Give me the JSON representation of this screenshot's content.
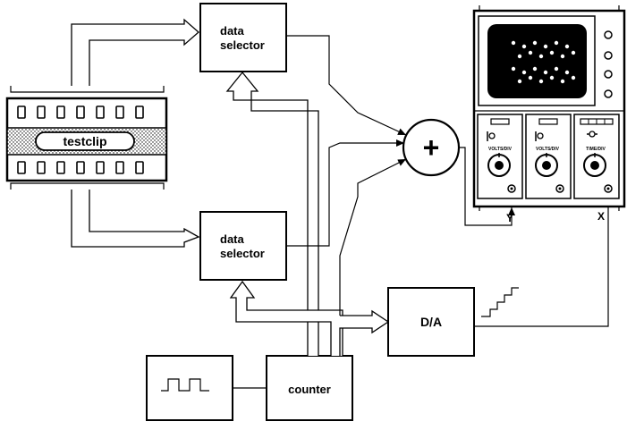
{
  "labels": {
    "testclip": "testclip",
    "selector_top": [
      "data",
      "selector"
    ],
    "selector_bottom": [
      "data",
      "selector"
    ],
    "adder": "+",
    "da": "D/A",
    "counter": "counter",
    "y_channel": "Y",
    "x_channel": "X",
    "volts_div_1": "VOLTS/DIV",
    "volts_div_2": "VOLTS/DIV",
    "time_div": "TIME/DIV"
  }
}
